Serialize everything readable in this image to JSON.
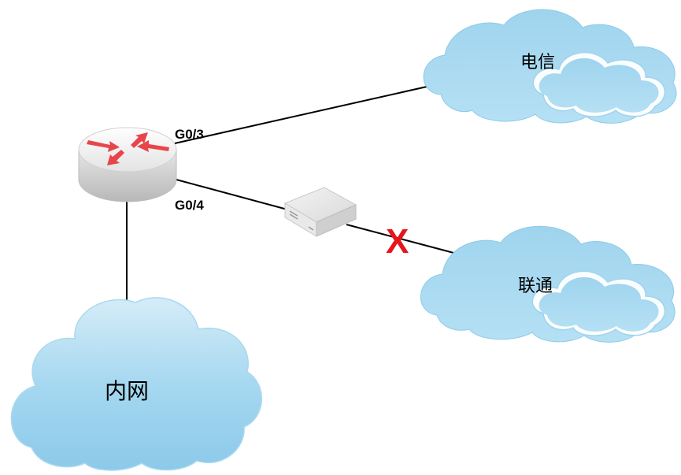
{
  "colors": {
    "link": "#000000",
    "cloud_fill": "#a8d8ef",
    "cloud_edge": "#7ec3e4",
    "fail_mark": "#e8141b",
    "router_arrow": "#e8454a"
  },
  "router": {
    "icon": "router-icon"
  },
  "ports": {
    "g03": "G0/3",
    "g04": "G0/4"
  },
  "device": {
    "icon": "firewall-appliance-icon"
  },
  "clouds": {
    "telecom": "电信",
    "unicom": "联通",
    "intranet": "内网"
  },
  "link_status": {
    "unicom_mark": "X"
  }
}
